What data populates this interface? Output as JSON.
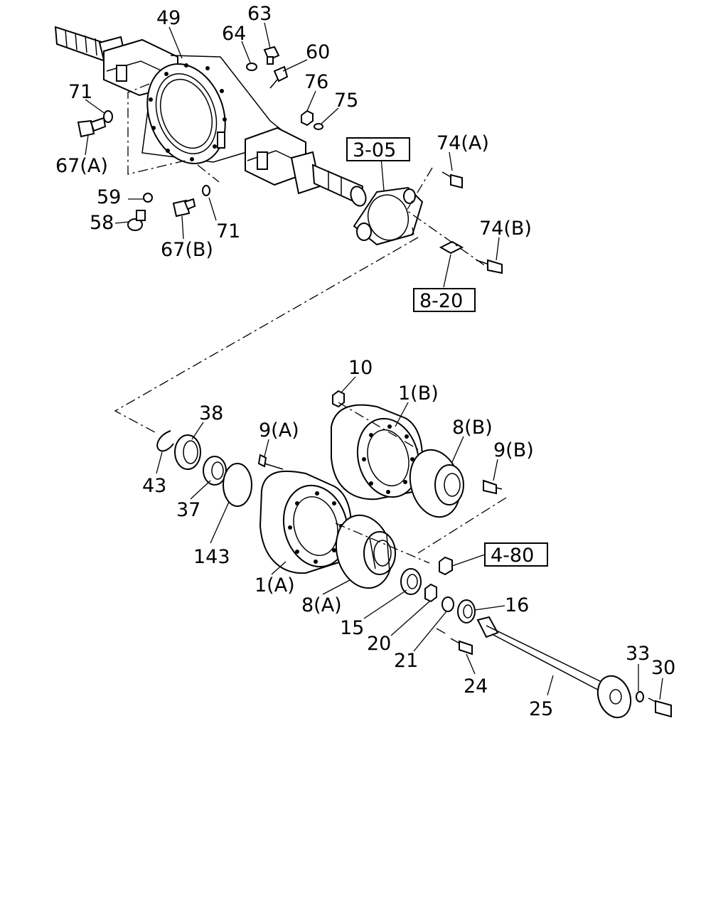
{
  "callouts": {
    "c49": "49",
    "c63": "63",
    "c64": "64",
    "c60": "60",
    "c71a": "71",
    "c76": "76",
    "c75": "75",
    "c67a": "67(A)",
    "c74a": "74(A)",
    "c59": "59",
    "c58": "58",
    "c67b": "67(B)",
    "c71b": "71",
    "c74b": "74(B)",
    "c10": "10",
    "c1b": "1(B)",
    "c38": "38",
    "c9a": "9(A)",
    "c8b": "8(B)",
    "c9b": "9(B)",
    "c43": "43",
    "c37": "37",
    "c143": "143",
    "c1a": "1(A)",
    "c8a": "8(A)",
    "c16": "16",
    "c15": "15",
    "c20": "20",
    "c21": "21",
    "c24": "24",
    "c33": "33",
    "c30": "30",
    "c25": "25"
  },
  "references": {
    "r305": "3-05",
    "r820": "8-20",
    "r480": "4-80"
  }
}
